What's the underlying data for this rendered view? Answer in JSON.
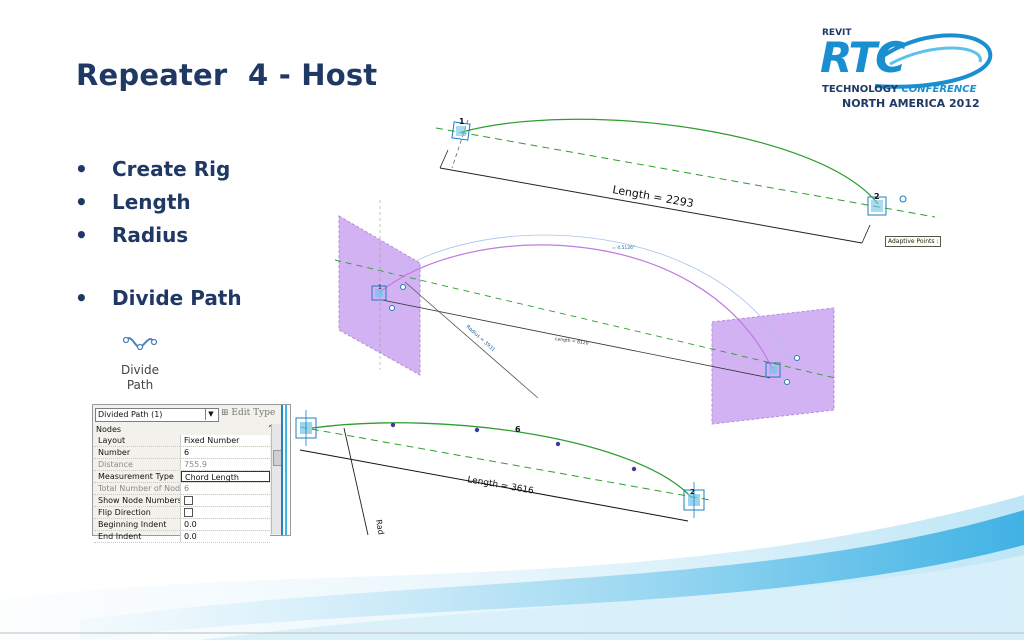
{
  "slide": {
    "title": "Repeater  4 - Host",
    "bullets": [
      "Create Rig",
      "Length",
      "Radius",
      "Divide Path"
    ]
  },
  "logo": {
    "top_text": "REVIT",
    "main_text": "RTC",
    "line1_a": "TECHNOLOGY",
    "line1_b": "CONFERENCE",
    "line2": "NORTH AMERICA 2012"
  },
  "tool": {
    "label_line1": "Divide",
    "label_line2": "Path",
    "icon": "divide-path-icon"
  },
  "diagram": {
    "top": {
      "length_label": "Length = 2293",
      "node_start": "1",
      "node_end": "2",
      "tooltip": "Adaptive Points :"
    },
    "middle": {
      "length_label": "Length = 8120",
      "radius_label": "Radius = 3931",
      "arc_note": "= 4.5126\"",
      "node_start": "1"
    },
    "bottom": {
      "length_label": "Length = 3616",
      "node_count_label": "6",
      "node_end": "2",
      "radius_label": "Rad"
    }
  },
  "properties": {
    "selector": "Divided Path (1)",
    "edit_type": "Edit Type",
    "section": "Nodes",
    "rows": [
      {
        "key": "Layout",
        "value": "Fixed Number"
      },
      {
        "key": "Number",
        "value": "6"
      },
      {
        "key": "Distance",
        "value": "755.9"
      },
      {
        "key": "Measurement Type",
        "value": "Chord Length"
      },
      {
        "key": "Total Number of Nodes",
        "value": "6"
      },
      {
        "key": "Show Node Numbers",
        "value": ""
      },
      {
        "key": "Flip Direction",
        "value": ""
      },
      {
        "key": "Beginning Indent",
        "value": "0.0"
      },
      {
        "key": "End Indent",
        "value": "0.0"
      }
    ]
  },
  "colors": {
    "title": "#1f3864",
    "accent": "#1a8fd0",
    "path_green": "#2e9d2e",
    "plane_purple": "#c9a0f2"
  }
}
